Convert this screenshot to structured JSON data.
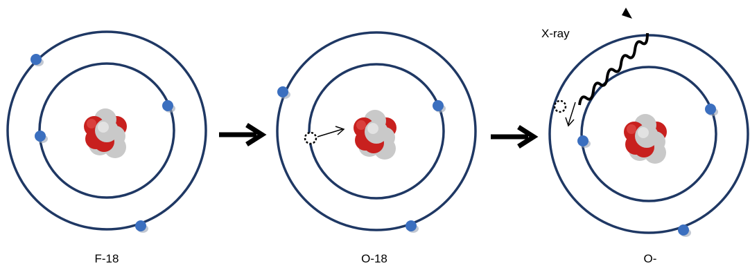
{
  "atoms": [
    {
      "label": "F-18"
    },
    {
      "label": "O-18"
    },
    {
      "label": "O-"
    }
  ],
  "xray": {
    "label": "X-ray"
  },
  "colors": {
    "orbit": "#1f3864",
    "electron": "#3b6fbf",
    "proton": "#c8201e",
    "neutron": "#c9c9c9",
    "arrow": "#000000"
  }
}
